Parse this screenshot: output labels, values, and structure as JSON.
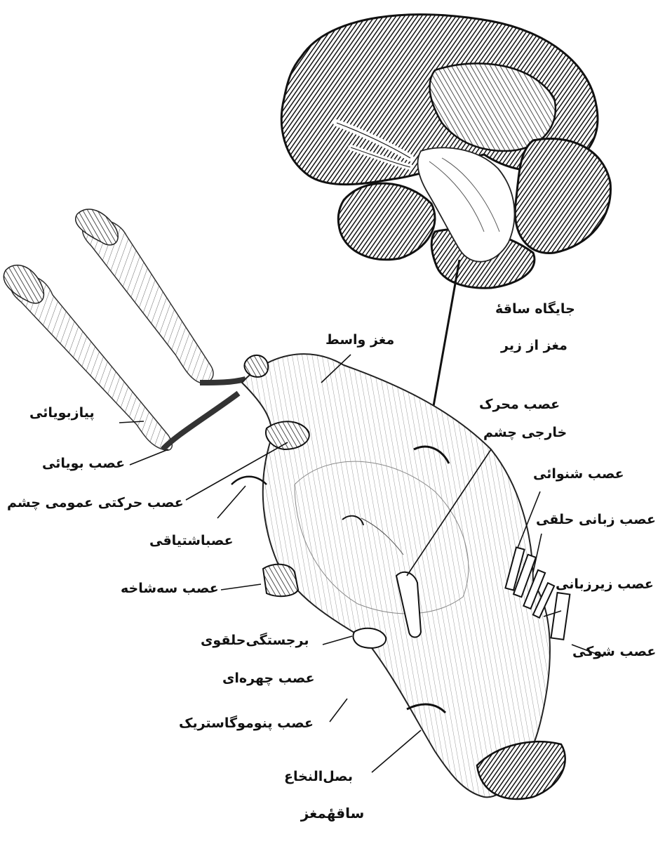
{
  "caption": "ساقهٔمغز",
  "inset_label": {
    "line1": "جایگاه ساقهٔ",
    "line2": "مغز از زیر"
  },
  "labels": {
    "midbrain": "مغز واسط",
    "olfactory_bulb": "پیازبویائی",
    "olfactory_nerve": "عصب بویائی",
    "oculomotor_nerve": "عصب حرکتی عمومی چشم",
    "trochlear_nerve": "عصباشتیاقی",
    "trigeminal_nerve": "عصب سه‌شاخه",
    "pons": "برجستگی‌حلقوی",
    "facial_nerve": "عصب چهره‌ای",
    "vagus_nerve": "عصب پنوموگاستریک",
    "medulla": "بصل‌النخاع",
    "abducens_nerve_1": "عصب محرک",
    "abducens_nerve_2": "خارجی چشم",
    "auditory_nerve": "عصب شنوائی",
    "glossopharyngeal_nerve": "عصب زبانی حلقی",
    "hypoglossal_nerve": "عصب زیرزبانی",
    "spinal_accessory_nerve": "عصب شوکی"
  },
  "colors": {
    "ink": "#111111",
    "paper": "#ffffff"
  }
}
